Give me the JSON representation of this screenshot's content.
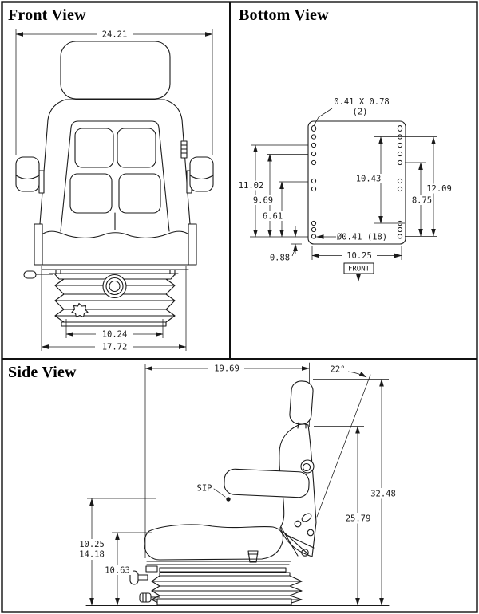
{
  "sheet": {
    "background": "#ffffff",
    "line_color": "#1a1a1a"
  },
  "panels": {
    "front": {
      "title": "Front View",
      "dims": {
        "overall_width": "24.21",
        "base_width": "10.24",
        "frame_width": "17.72"
      }
    },
    "bottom": {
      "title": "Bottom View",
      "front_label": "FRONT",
      "dims": {
        "slot_size": "0.41 X 0.78",
        "slot_qty": "(2)",
        "left_a": "11.02",
        "left_b": "9.69",
        "left_c": "6.61",
        "left_d": "0.88",
        "center_span": "10.43",
        "right_a": "12.09",
        "right_b": "8.75",
        "hole_callout": "Ø0.41 (18)",
        "plate_width": "10.25"
      }
    },
    "side": {
      "title": "Side View",
      "dims": {
        "depth": "19.69",
        "back_angle": "22°",
        "height_total": "32.48",
        "height_back": "25.79",
        "sip_label": "SIP",
        "sip_height_low": "10.25",
        "sip_height_high": "14.18",
        "cushion_height": "10.63"
      }
    }
  }
}
